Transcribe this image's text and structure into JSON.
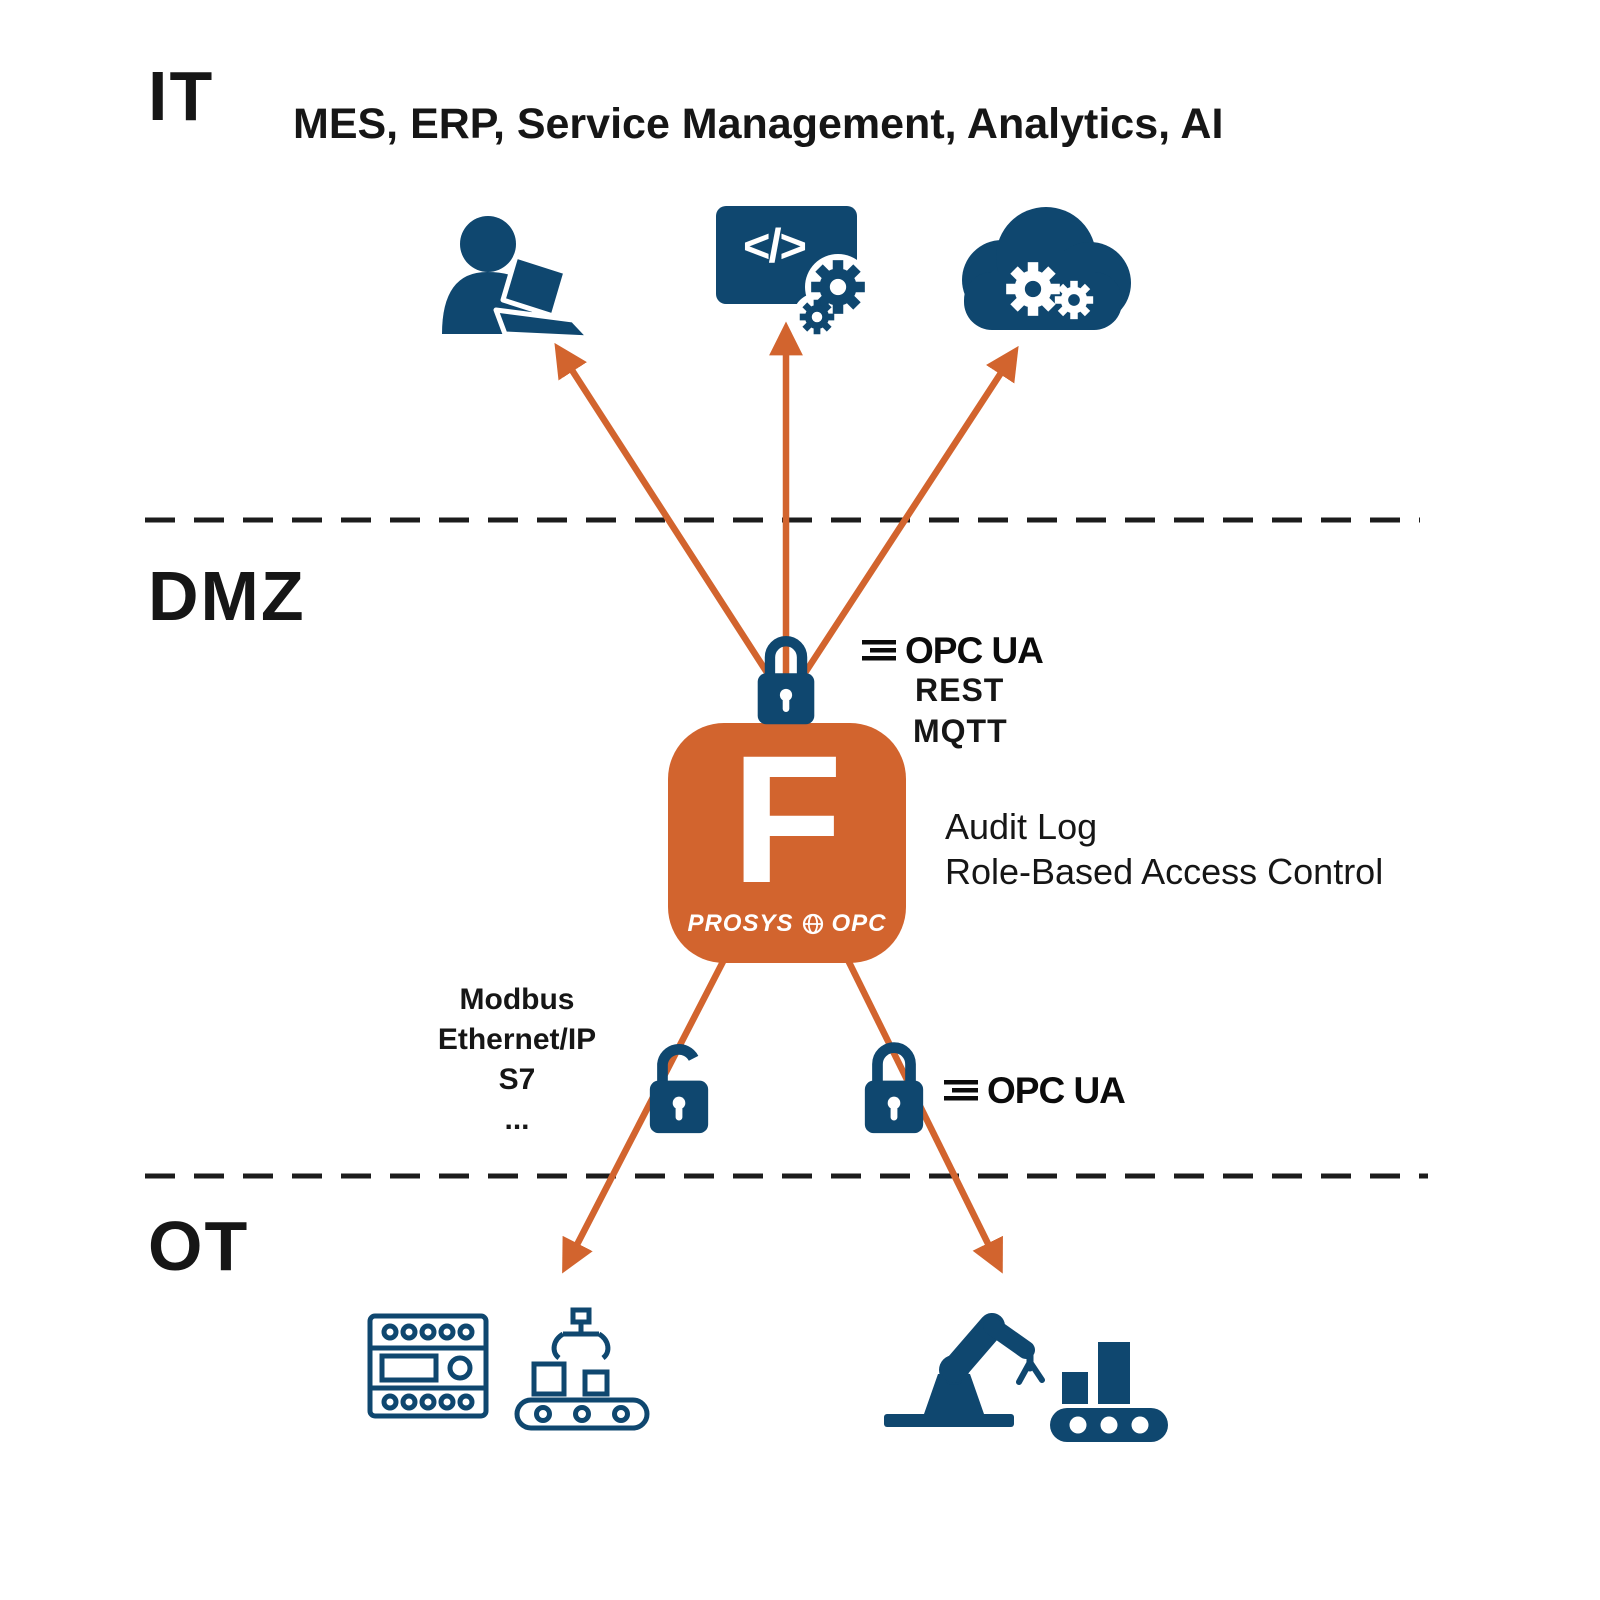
{
  "colors": {
    "navy": "#0f476f",
    "orange": "#d2642e",
    "ink": "#161616"
  },
  "zones": {
    "it": {
      "label": "IT",
      "heading": "MES, ERP, Service Management, Analytics, AI"
    },
    "dmz": {
      "label": "DMZ"
    },
    "ot": {
      "label": "OT"
    }
  },
  "north_protocols": {
    "opcua": "OPC UA",
    "rest": "REST",
    "mqtt": "MQTT"
  },
  "gateway": {
    "letter": "F",
    "brand_left": "PROSYS",
    "brand_right": "OPC",
    "features": {
      "line1": "Audit Log",
      "line2": "Role-Based Access Control"
    }
  },
  "south_protocols": {
    "lines": [
      "Modbus",
      "Ethernet/IP",
      "S7",
      "..."
    ],
    "opcua": "OPC UA"
  },
  "icons": {
    "code_glyph": "</>"
  }
}
